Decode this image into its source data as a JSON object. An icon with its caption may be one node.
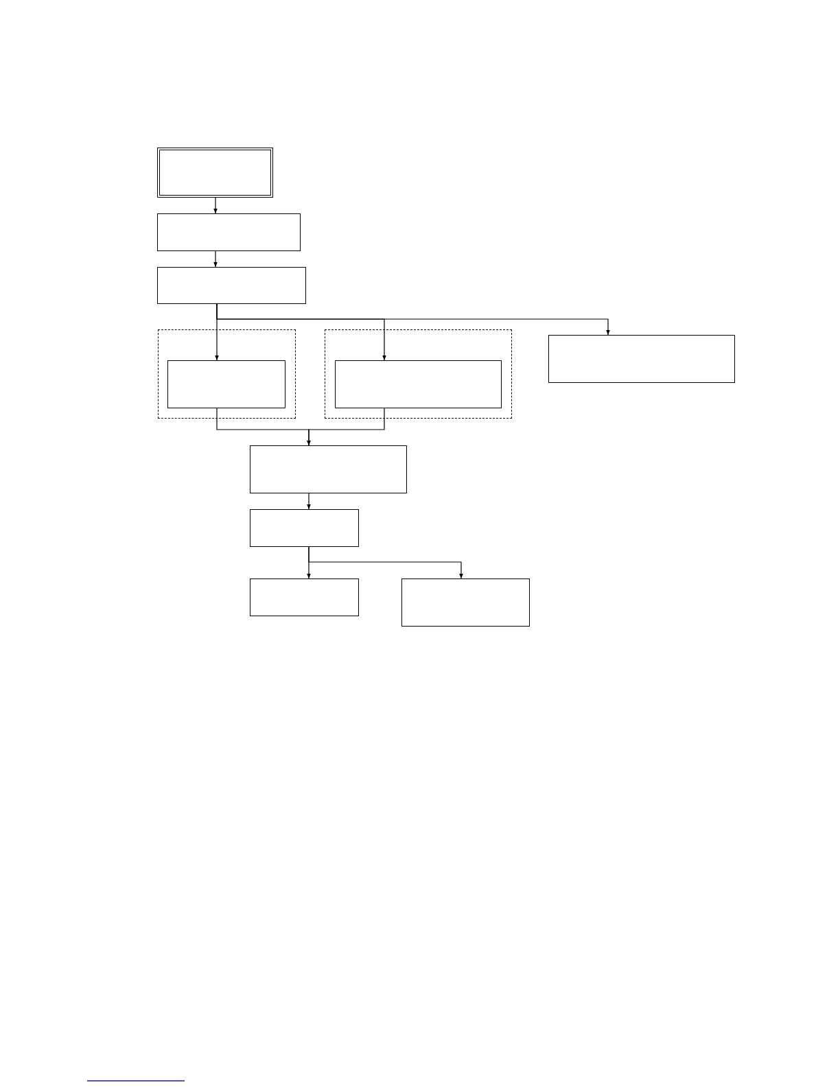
{
  "diagram": {
    "nodes": [
      {
        "text": [],
        "shape": "box"
      },
      {
        "text": [],
        "shape": "box"
      },
      {
        "text": [],
        "shape": "box"
      },
      {
        "text": [],
        "shape": "box"
      },
      {
        "text": [],
        "shape": "box",
        "in": 3
      },
      {
        "text": [],
        "shape": "box"
      },
      {
        "text": [],
        "shape": "box",
        "in": 5
      },
      {
        "text": [],
        "shape": "box"
      },
      {
        "text": [],
        "shape": "box"
      },
      {
        "text": [],
        "shape": "box"
      },
      {
        "text": [],
        "shape": "box"
      },
      {
        "text": [],
        "shape": "box"
      }
    ],
    "edges": [
      {
        "from": 0,
        "to": 1,
        "arrow": "to"
      },
      {
        "from": 1,
        "to": 2,
        "arrow": "to"
      },
      {
        "from": 2,
        "to": 4,
        "arrow": "to"
      },
      {
        "from": 2,
        "to": 6,
        "arrow": "to"
      },
      {
        "from": 2,
        "to": 7,
        "arrow": "to"
      },
      {
        "from": 4,
        "to": 8,
        "arrow": "to"
      },
      {
        "from": 6,
        "to": 8,
        "arrow": "to"
      },
      {
        "from": 8,
        "to": 9,
        "arrow": "to"
      },
      {
        "from": 9,
        "to": 10,
        "arrow": "to"
      },
      {
        "from": 9,
        "to": 11,
        "arrow": "to"
      }
    ]
  }
}
